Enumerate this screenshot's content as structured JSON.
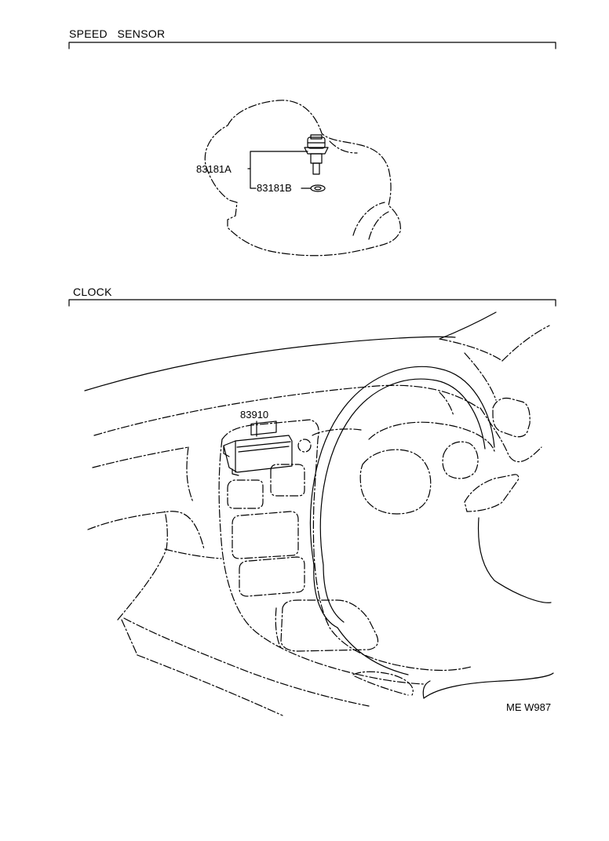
{
  "sections": {
    "speed_sensor": {
      "title": "SPEED   SENSOR",
      "parts": {
        "sensor": "83181A",
        "washer": "83181B"
      }
    },
    "clock": {
      "title": "CLOCK",
      "parts": {
        "clock_unit": "83910"
      }
    }
  },
  "figure_code": "ME W987"
}
